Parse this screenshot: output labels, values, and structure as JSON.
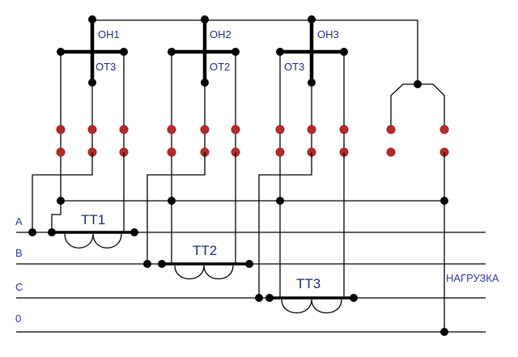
{
  "meters": [
    {
      "voltage_label": "ОН1",
      "current_label": "ОТ3"
    },
    {
      "voltage_label": "ОН2",
      "current_label": "ОТ2"
    },
    {
      "voltage_label": "ОН3",
      "current_label": "ОТ3"
    }
  ],
  "transformers": [
    {
      "label": "ТТ1"
    },
    {
      "label": "ТТ2"
    },
    {
      "label": "ТТ3"
    }
  ],
  "buses": [
    {
      "label": "A"
    },
    {
      "label": "B"
    },
    {
      "label": "C"
    },
    {
      "label": "0"
    }
  ],
  "load_label": "НАГРУЗКА",
  "colors": {
    "wire": "#000000",
    "terminal": "#b52a2a",
    "label": "#1e2a78"
  }
}
